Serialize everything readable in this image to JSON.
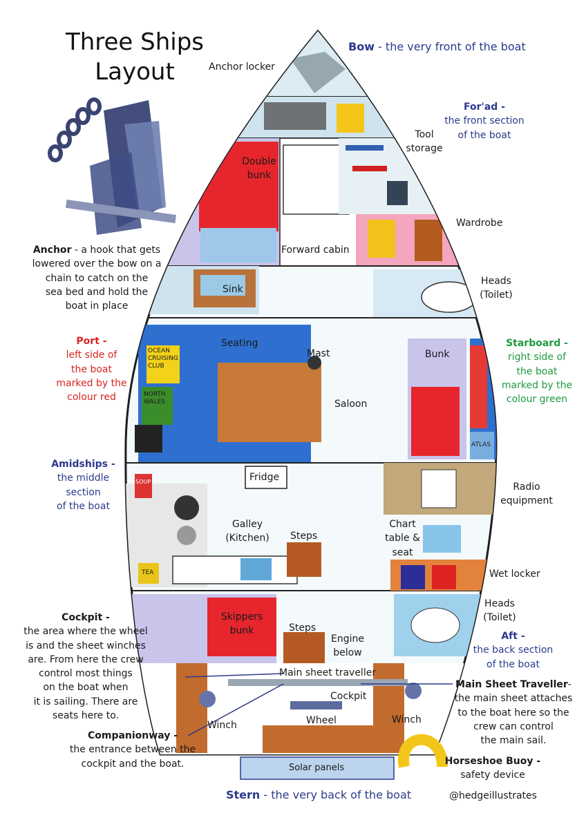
{
  "title": {
    "line1": "Three Ships",
    "line2": "Layout"
  },
  "labels": {
    "bow_term": "Bow",
    "bow_def": "- the very front of the boat",
    "anchor_locker": "Anchor locker",
    "forad_term": "For'ad -",
    "forad_def1": "the  front section",
    "forad_def2": "of the boat",
    "tool_storage1": "Tool",
    "tool_storage2": "storage",
    "double_bunk1": "Double",
    "double_bunk2": "bunk",
    "wardrobe": "Wardrobe",
    "forward_cabin": "Forward cabin",
    "sink": "Sink",
    "heads1": "Heads",
    "heads2": "(Toilet)",
    "anchor_term": "Anchor",
    "anchor_def": [
      " - a hook that gets",
      "lowered over the bow on a",
      "chain to catch on the",
      "sea bed and hold the",
      "boat in place"
    ],
    "port_term": "Port -",
    "port_def": [
      "left side of",
      "the boat",
      "marked by the",
      "colour red"
    ],
    "seating": "Seating",
    "mast": "Mast",
    "bunk": "Bunk",
    "starboard_term": "Starboard -",
    "starboard_def": [
      "right side of",
      "the boat",
      "marked by the",
      "colour green"
    ],
    "saloon": "Saloon",
    "book1": [
      "OCEAN",
      "CRUISING",
      "CLUB"
    ],
    "book2": [
      "NORTH",
      "WALES"
    ],
    "atlas": "ATLAS",
    "amidships_term": "Amidships -",
    "amidships_def": [
      "the middle",
      "section",
      "of the boat"
    ],
    "fridge": "Fridge",
    "radio1": "Radio",
    "radio2": "equipment",
    "galley1": "Galley",
    "galley2": "(Kitchen)",
    "steps": "Steps",
    "chart1": "Chart",
    "chart2": "table &",
    "chart3": "seat",
    "soup": "SOUP",
    "tea": "TEA",
    "wet_locker": "Wet locker",
    "heads_aft1": "Heads",
    "heads_aft2": "(Toilet)",
    "cockpit_term": "Cockpit -",
    "cockpit_def": [
      "the area where the wheel",
      "is and the sheet winches",
      "are. From here the crew",
      "control most things",
      "on the boat when",
      "it is sailing. There are",
      "seats here to."
    ],
    "skippers1": "Skippers",
    "skippers2": "bunk",
    "steps2": "Steps",
    "engine1": "Engine",
    "engine2": "below",
    "aft_term": "Aft -",
    "aft_def1": "the back section",
    "aft_def2": "of the boat",
    "main_sheet_traveller_inner": "Main sheet traveller",
    "cockpit_inner": "Cockpit",
    "mst_term": "Main Sheet Traveller",
    "mst_def": [
      "-",
      "the main sheet attaches",
      "to the boat here so the",
      "crew can control",
      "the main sail."
    ],
    "winch_left": "Winch",
    "wheel": "Wheel",
    "winch_right": "Winch",
    "companion_term": "Companionway -",
    "companion_def": [
      "the entrance between the",
      "cockpit and the boat."
    ],
    "horseshoe_term": "Horseshoe Buoy -",
    "horseshoe_def": "safety device",
    "solar": "Solar panels",
    "stern_term": "Stern",
    "stern_def": "- the very back of the boat",
    "credit": "@hedgeillustrates"
  },
  "colors": {
    "port": "#d8241f",
    "starboard": "#1f9a3e",
    "terms": "#2b3a8c",
    "hull_fill": "#eef5f8"
  }
}
